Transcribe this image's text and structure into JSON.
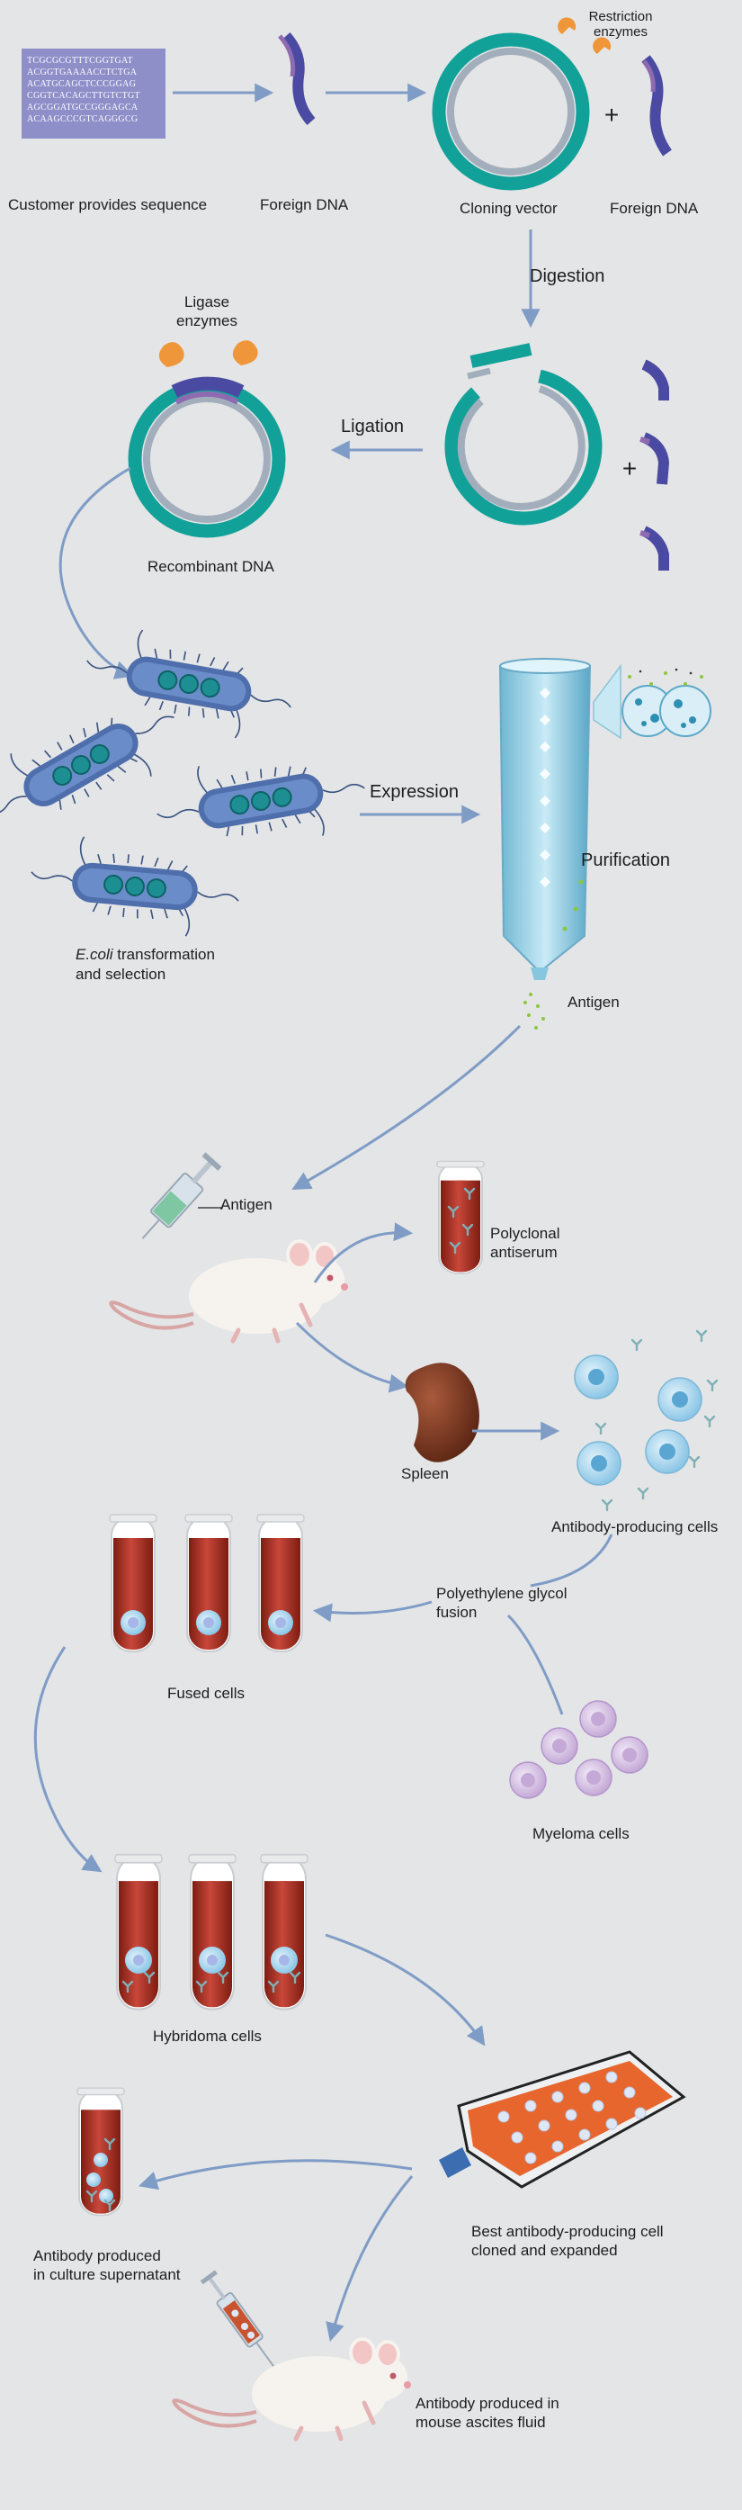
{
  "sequence_lines": [
    "TCGCGCGTTTCGGTGAT",
    "ACGGTGAAAACCTCTGA",
    "ACATGCAGCTCCCGGAG",
    "CGGTCACAGCTTGTCTGT",
    "AGCGGATGCCGGGAGCA",
    "ACAAGCCCGTCAGGGCG"
  ],
  "labels": {
    "customer": "Customer provides sequence",
    "foreign_dna_1": "Foreign DNA",
    "restriction_1": "Restriction",
    "restriction_2": "enzymes",
    "cloning_vector": "Cloning vector",
    "foreign_dna_2": "Foreign DNA",
    "plus_1": "+",
    "digestion": "Digestion",
    "ligase_1": "Ligase",
    "ligase_2": "enzymes",
    "ligation": "Ligation",
    "plus_2": "+",
    "recombinant": "Recombinant DNA",
    "expression": "Expression",
    "purification": "Purification",
    "antigen_1": "Antigen",
    "ecoli_italic": "E.coli",
    "ecoli_rest": " transformation",
    "ecoli_2": "and selection",
    "antigen_2": "Antigen",
    "polyclonal_1": "Polyclonal",
    "polyclonal_2": "antiserum",
    "spleen": "Spleen",
    "antibody_cells": "Antibody-producing cells",
    "peg_1": "Polyethylene glycol",
    "peg_2": "fusion",
    "fused": "Fused cells",
    "myeloma": "Myeloma cells",
    "hybridoma": "Hybridoma cells",
    "best_1": "Best antibody-producing cell",
    "best_2": "cloned and expanded",
    "supernatant_1": "Antibody produced",
    "supernatant_2": "in culture supernatant",
    "ascites_1": "Antibody produced in",
    "ascites_2": "mouse ascites fluid"
  },
  "colors": {
    "background": "#e4e5e6",
    "arrow": "#7f9cc6",
    "plasmid_outer": "#12a199",
    "plasmid_inner": "#a3aebc",
    "dna_dark": "#4b4aa2",
    "dna_light": "#8e6bb0",
    "enzyme": "#f0963a",
    "bacteria": "#4e6eac",
    "tube_red": "#b63a2a",
    "spleen": "#7e3b26",
    "cell_blue": "#aed8ef",
    "myeloma": "#d5c2e2"
  }
}
